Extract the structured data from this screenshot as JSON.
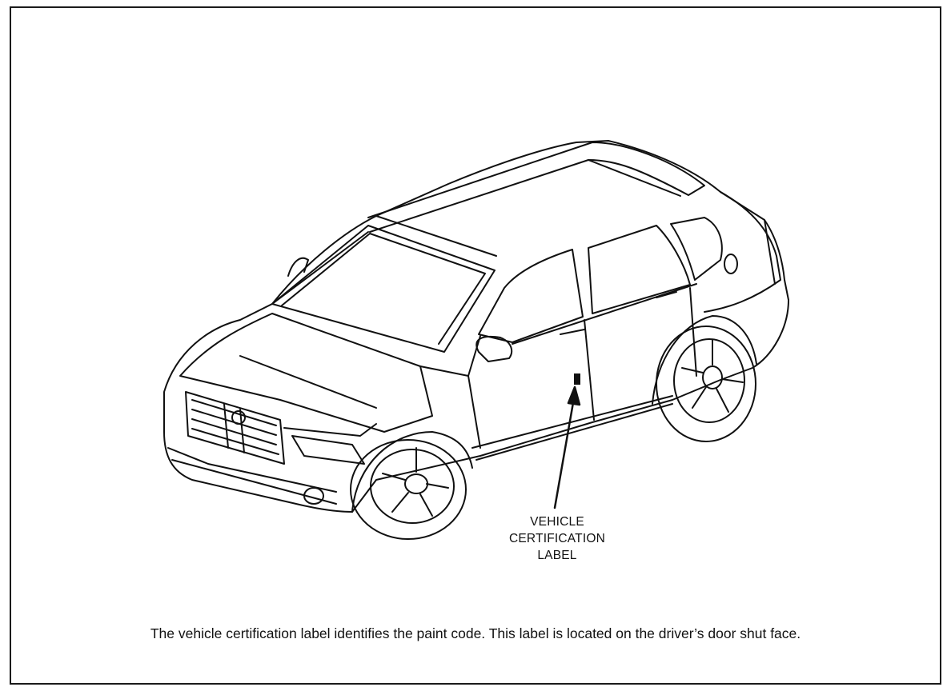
{
  "callout": {
    "line1": "VEHICLE",
    "line2": "CERTIFICATION",
    "line3": "LABEL"
  },
  "caption": "The vehicle certification label identifies the paint code.  This label is located on the driver’s door shut face."
}
